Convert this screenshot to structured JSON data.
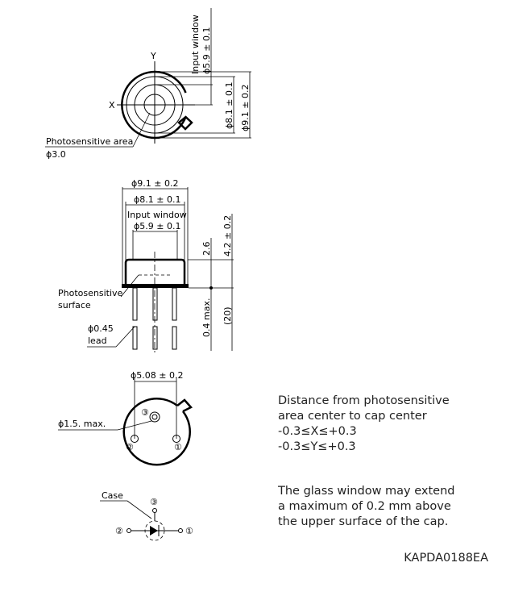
{
  "top_view": {
    "input_window_label": "Input window",
    "input_window_dim": "ϕ5.9 ± 0.1",
    "dim_inner": "ϕ8.1 ± 0.1",
    "dim_outer": "ϕ9.1 ± 0.2",
    "axis_x": "X",
    "axis_y": "Y",
    "photosensitive_area_label": "Photosensitive area",
    "photosensitive_area_dim": "ϕ3.0"
  },
  "side_view": {
    "dim_outer": "ϕ9.1 ± 0.2",
    "dim_inner": "ϕ8.1 ± 0.1",
    "input_window_label": "Input window",
    "input_window_dim": "ϕ5.9 ± 0.1",
    "dim_height_total": "4.2 ± 0.2",
    "dim_cap": "2.6",
    "dim_flange": "0.4 max.",
    "dim_lead_length": "(20)",
    "photosensitive_surface_line1": "Photosensitive",
    "photosensitive_surface_line2": "surface",
    "lead_dim": "ϕ0.45",
    "lead_label": "lead"
  },
  "bottom_view": {
    "pitch_dim": "ϕ5.08 ± 0.2",
    "tab_dim": "ϕ1.5. max.",
    "pin1": "①",
    "pin2": "②",
    "pin3": "③"
  },
  "schematic": {
    "case_label": "Case",
    "pin1": "①",
    "pin2": "②",
    "pin3": "③"
  },
  "notes": {
    "distance_lines": [
      "Distance from photosensitive",
      "area center to cap center",
      "-0.3≤X≤+0.3",
      "-0.3≤Y≤+0.3"
    ],
    "glass_lines": [
      "The glass window may extend",
      "a maximum of 0.2 mm above",
      "the upper surface of the cap."
    ]
  },
  "doc_code": "KAPDA0188EA"
}
